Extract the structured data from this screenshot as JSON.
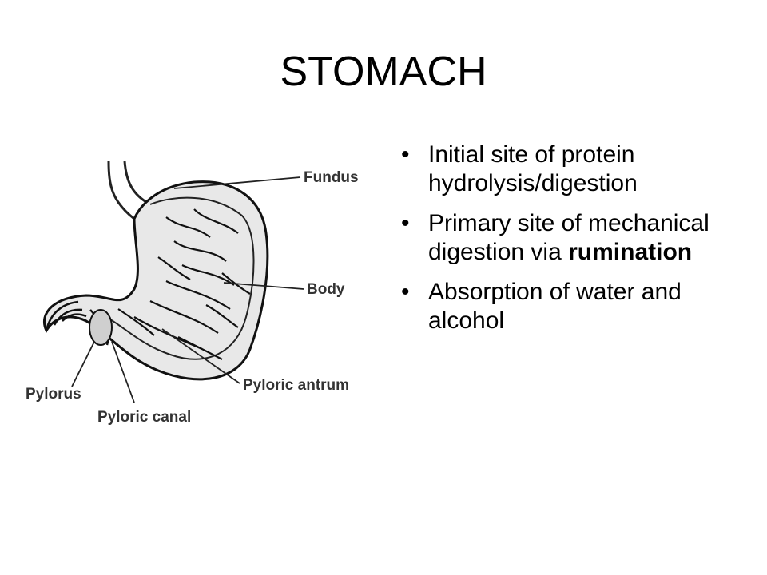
{
  "slide": {
    "title": "STOMACH"
  },
  "diagram": {
    "labels": {
      "fundus": "Fundus",
      "body": "Body",
      "pyloric_antrum": "Pyloric antrum",
      "pylorus": "Pylorus",
      "pyloric_canal": "Pyloric canal"
    }
  },
  "bullets": [
    {
      "marker": "•",
      "text": "Initial site of protein hydrolysis/digestion"
    },
    {
      "marker": "•",
      "text_before": "Primary site of mechanical digestion via ",
      "bold": "rumination"
    },
    {
      "marker": "•",
      "text": "Absorption of water and alcohol"
    }
  ],
  "colors": {
    "text": "#000000",
    "label": "#333333",
    "background": "#ffffff"
  }
}
